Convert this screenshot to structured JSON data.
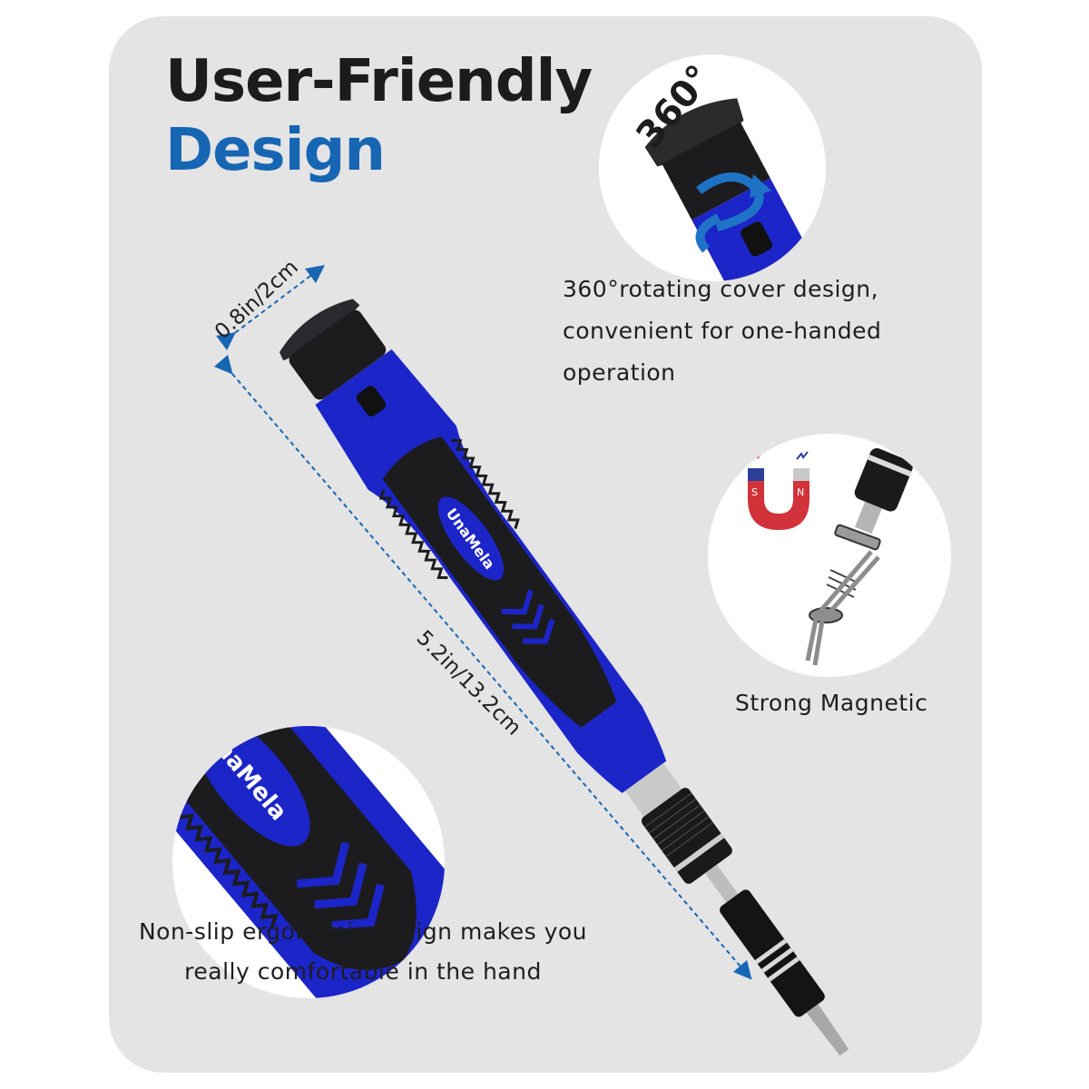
{
  "headline": {
    "line1": "User-Friendly",
    "line2": "Design"
  },
  "callouts": {
    "rotate_degree": "360°",
    "rotate_description": "360°rotating cover design, convenient for one-handed operation",
    "magnetic": "Strong Magnetic",
    "grip_description": "Non-slip ergonomic design makes you really comfortable in the hand"
  },
  "dimensions": {
    "width": "0.8in/2cm",
    "length": "5.2in/13.2cm"
  },
  "brand": "UnaMela",
  "brand_partial": "naMela",
  "magnet_poles": {
    "south": "S",
    "north": "N"
  },
  "colors": {
    "accent_blue": "#1766b4",
    "handle_blue": "#1c25c8",
    "handle_black": "#1c1c1e",
    "panel_gray": "#e4e4e4"
  },
  "icons": [
    "rotation-arrow-icon",
    "horseshoe-magnet-icon",
    "screw-icon",
    "tweezers-icon"
  ]
}
